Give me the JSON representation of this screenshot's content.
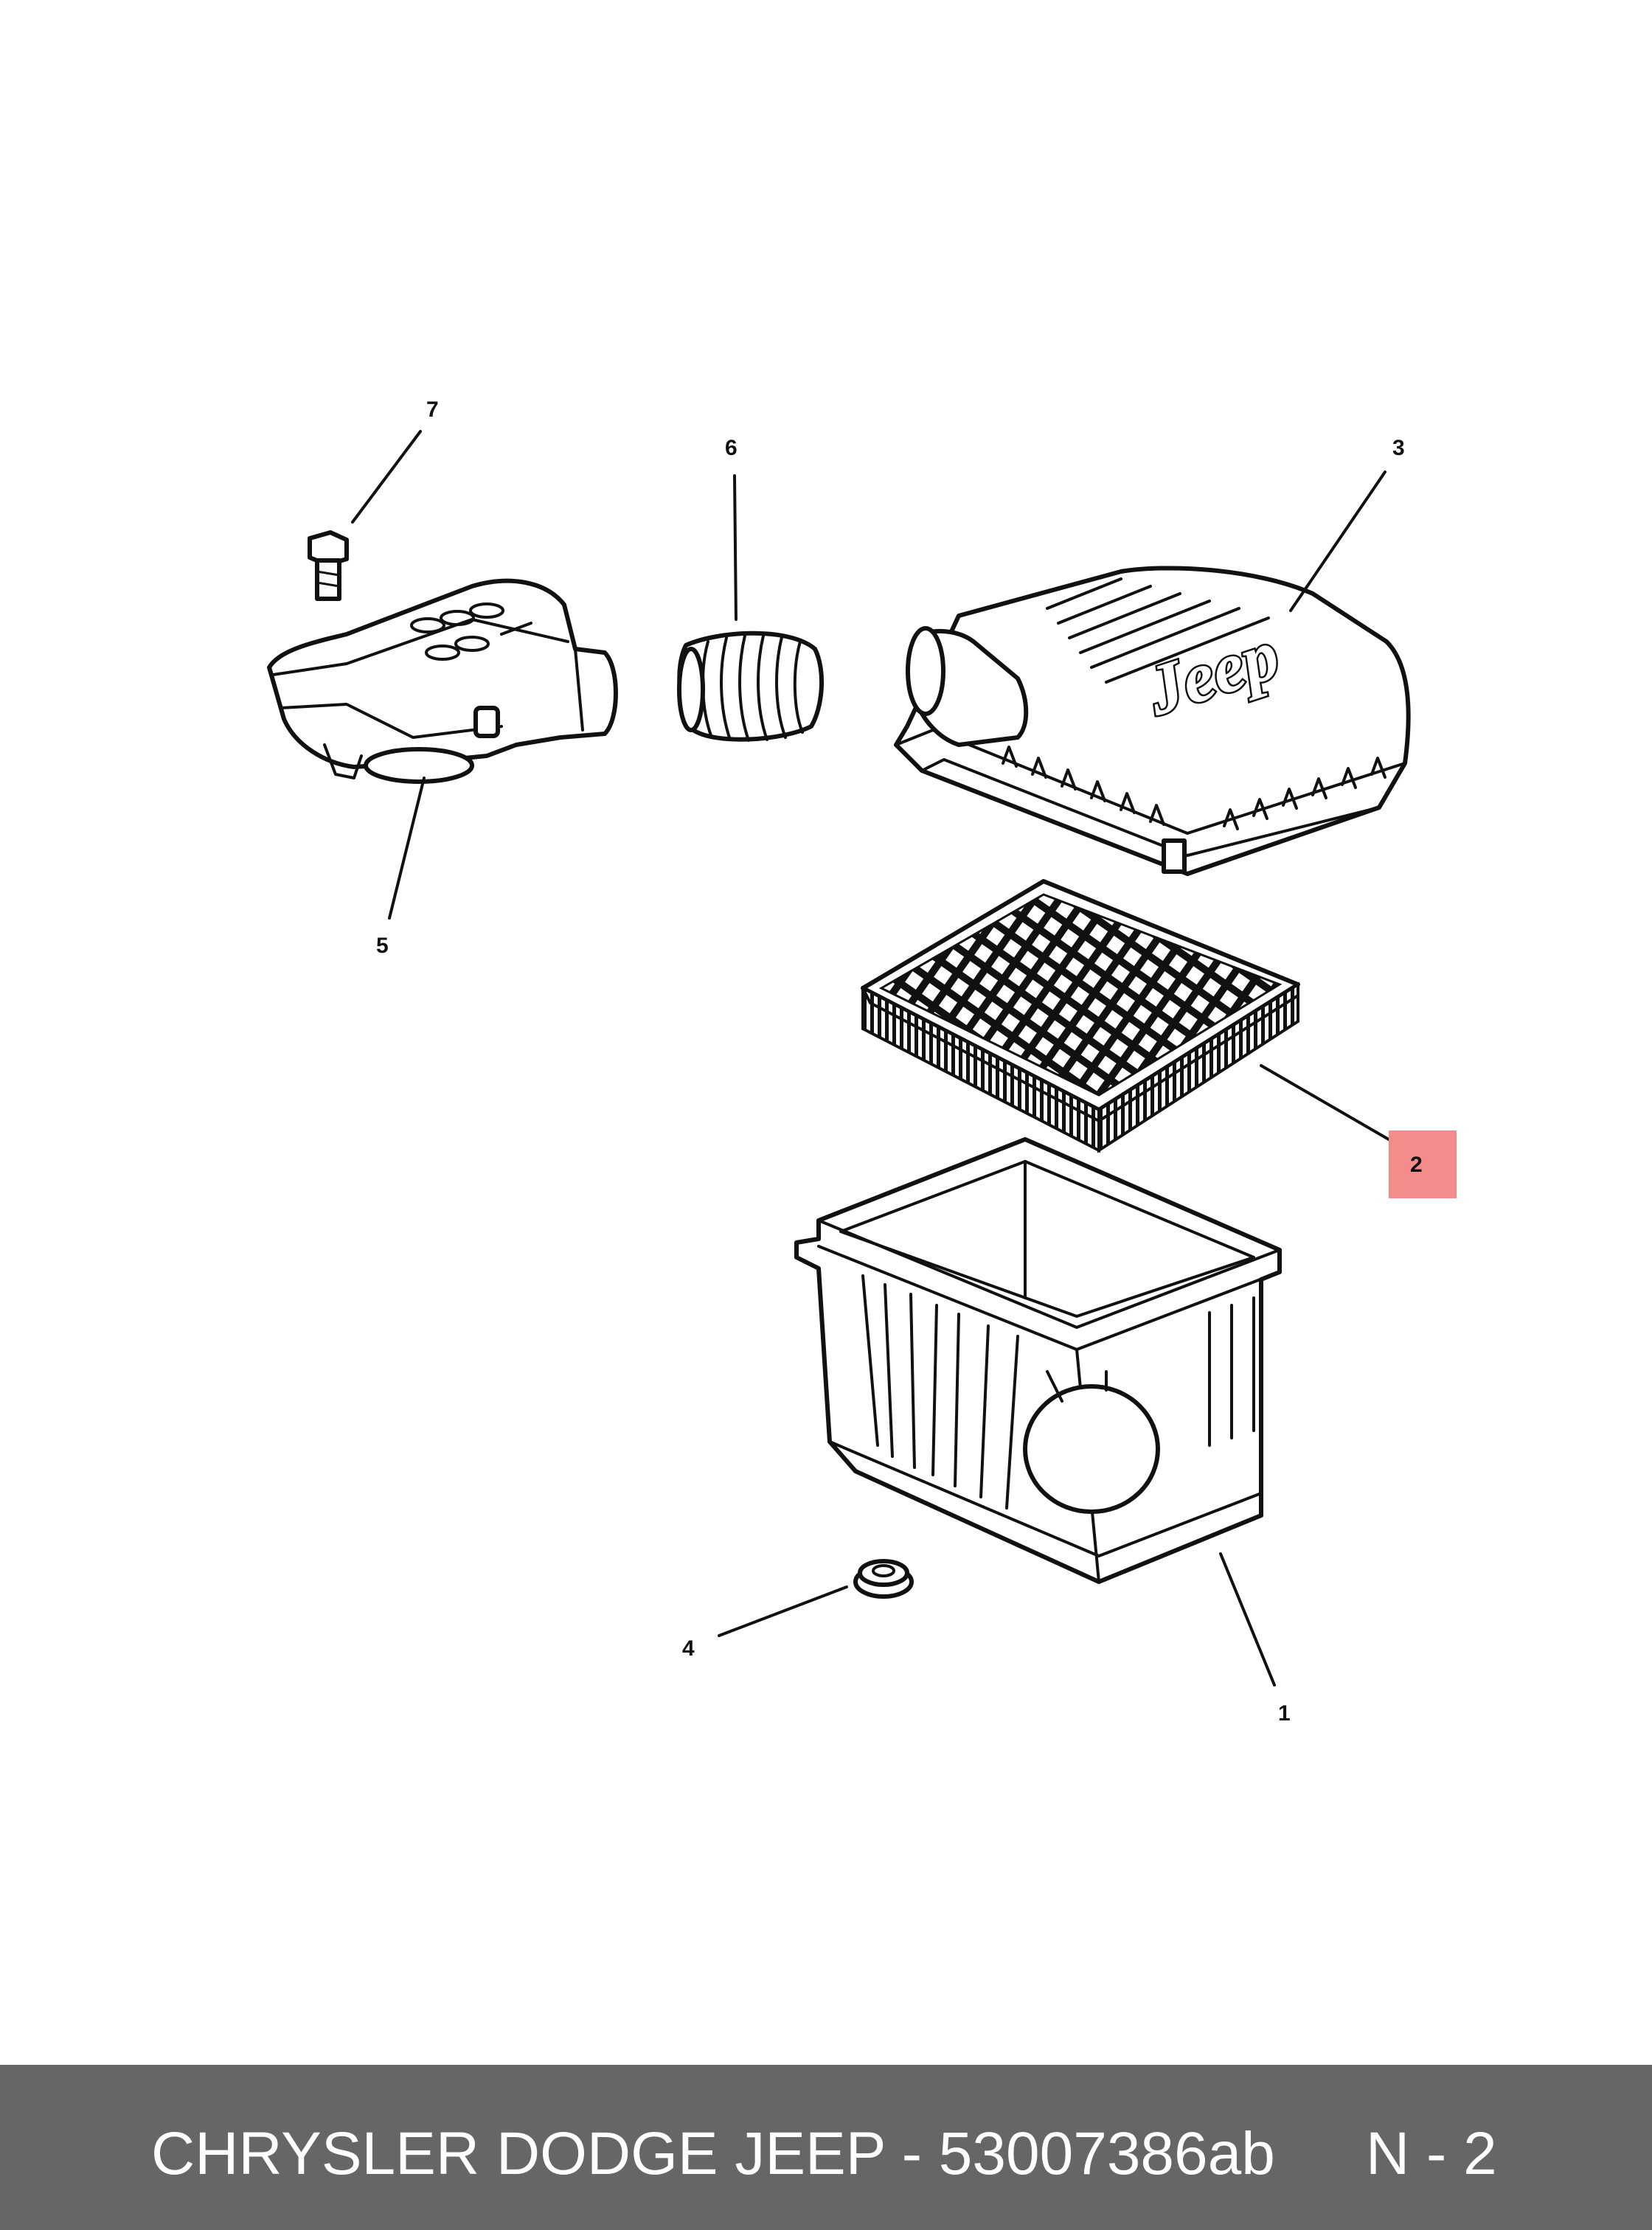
{
  "colors": {
    "footer_bg": "#666666",
    "footer_text": "#ffffff",
    "highlight": "#f58c8c",
    "line": "#111111"
  },
  "callouts": {
    "c1": "1",
    "c2": "2",
    "c3": "3",
    "c4": "4",
    "c5": "5",
    "c6": "6",
    "c7": "7"
  },
  "highlighted_callout": "2",
  "cover_logo": "Jeep",
  "footer": {
    "title": "CHRYSLER DODGE JEEP - 53007386ab",
    "page": "N - 2"
  }
}
